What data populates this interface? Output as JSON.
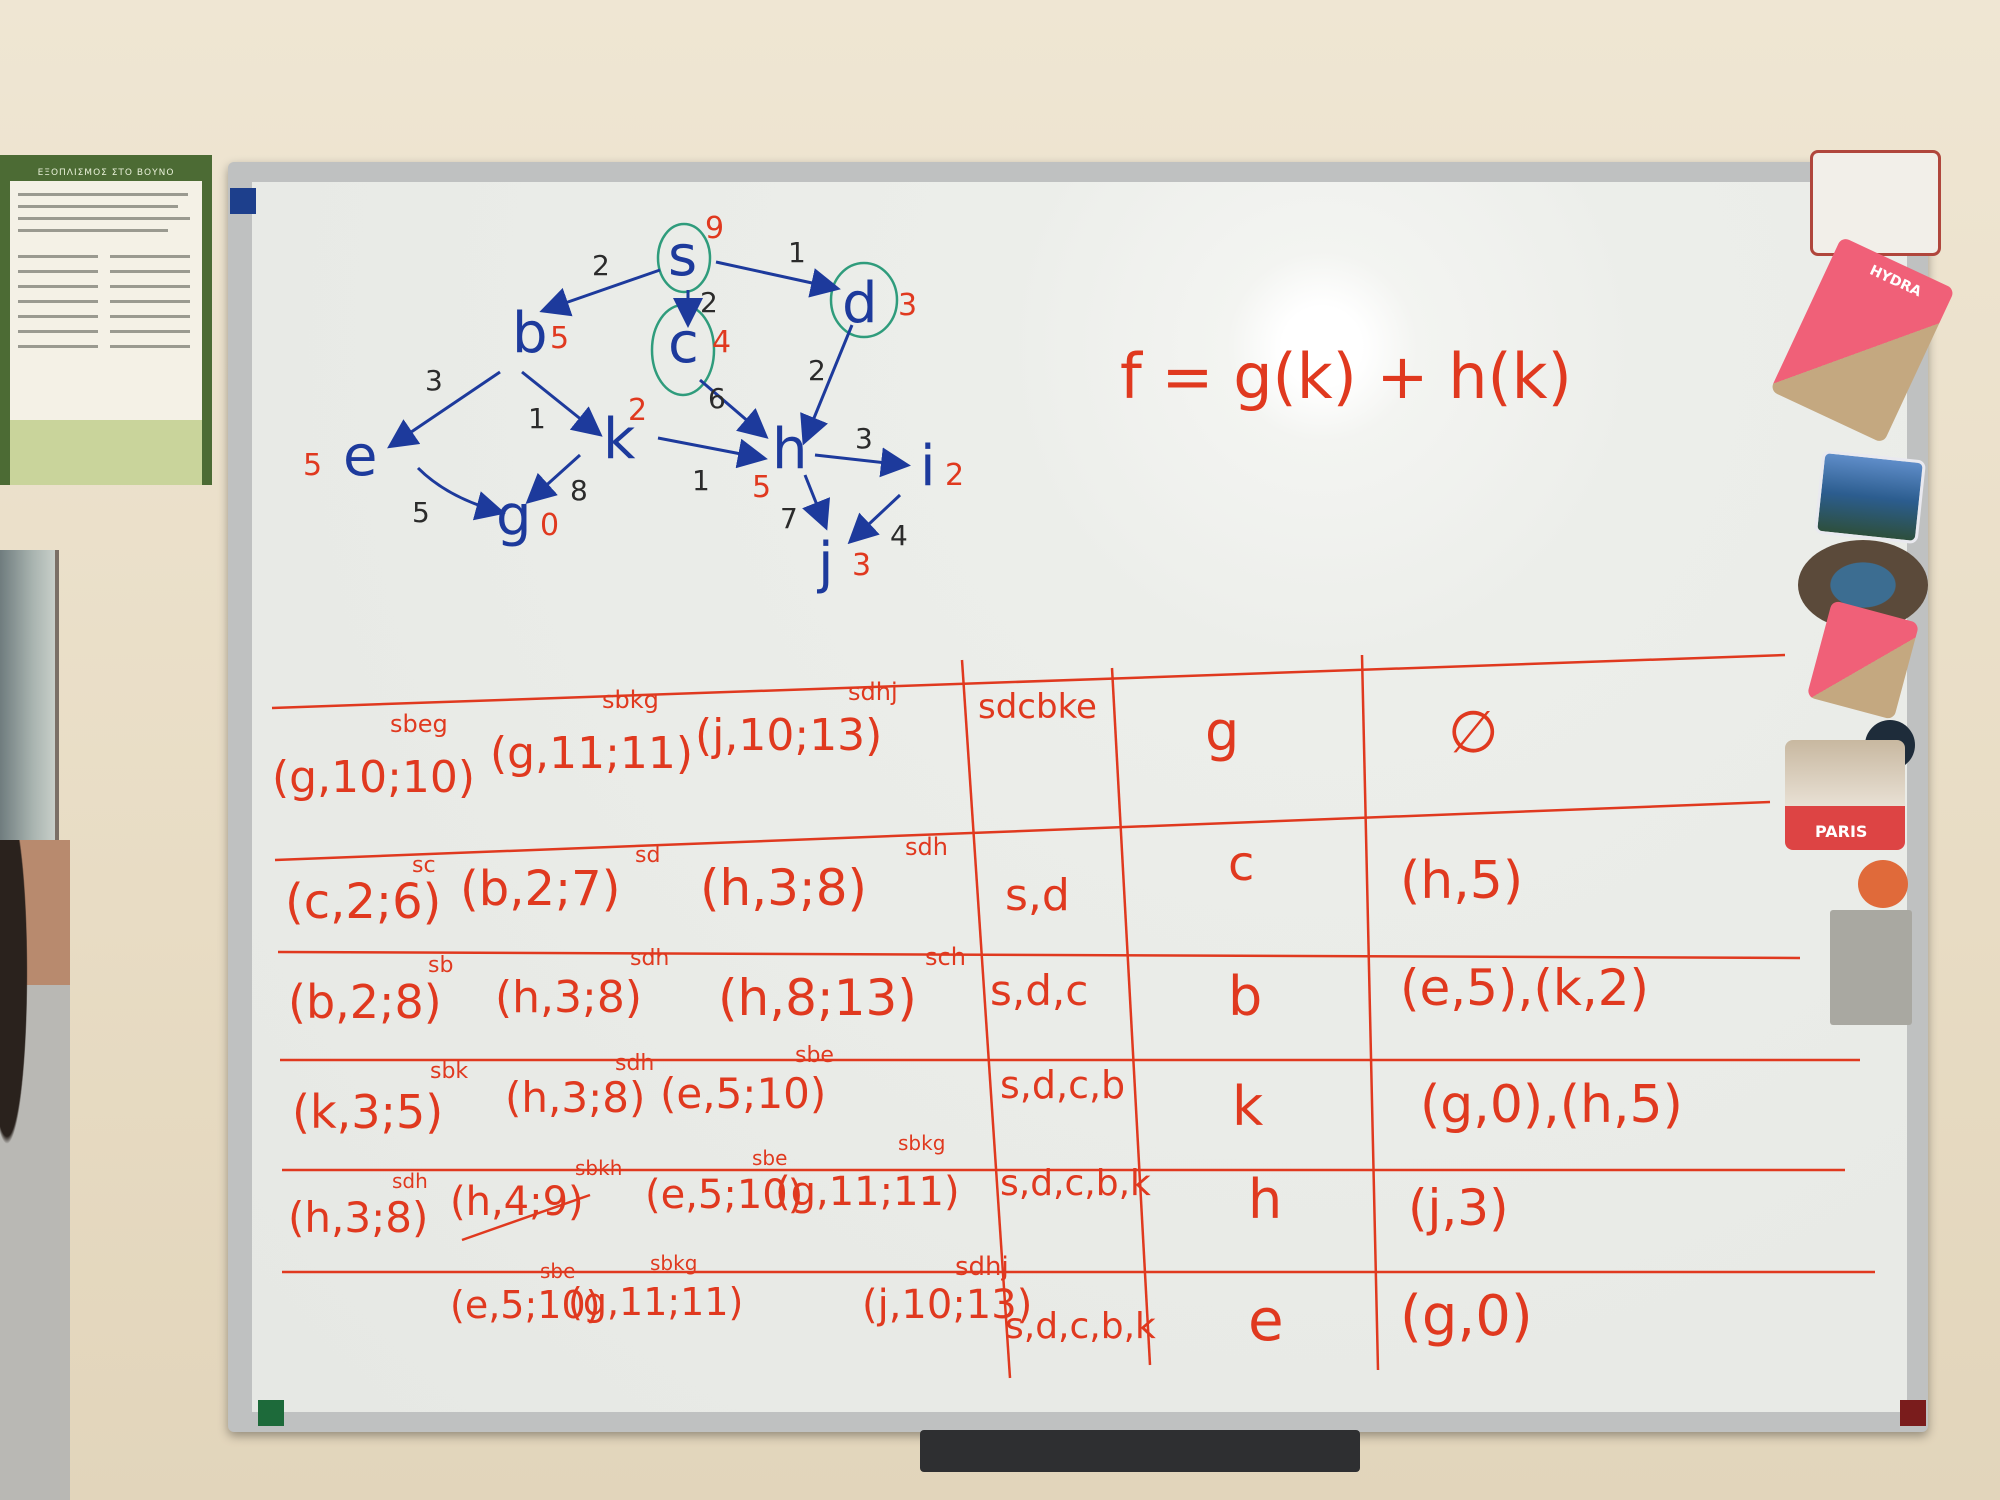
{
  "poster": {
    "title": "ΕΞΟΠΛΙΣΜΟΣ ΣΤΟ ΒΟΥΝΟ"
  },
  "graph": {
    "nodes": [
      {
        "label": "s",
        "h": "9"
      },
      {
        "label": "b",
        "h": "5"
      },
      {
        "label": "c",
        "h": "4"
      },
      {
        "label": "d",
        "h": "3"
      },
      {
        "label": "e",
        "h": "5"
      },
      {
        "label": "k",
        "h": "2"
      },
      {
        "label": "h",
        "h": "5"
      },
      {
        "label": "i",
        "h": "2"
      },
      {
        "label": "g",
        "h": "0"
      },
      {
        "label": "j",
        "h": "3"
      }
    ],
    "edges": [
      {
        "from": "s",
        "to": "b",
        "w": "2"
      },
      {
        "from": "s",
        "to": "c",
        "w": "2"
      },
      {
        "from": "s",
        "to": "d",
        "w": "1"
      },
      {
        "from": "b",
        "to": "e",
        "w": "3"
      },
      {
        "from": "b",
        "to": "k",
        "w": "1"
      },
      {
        "from": "c",
        "to": "h",
        "w": "6"
      },
      {
        "from": "d",
        "to": "h",
        "w": "2"
      },
      {
        "from": "e",
        "to": "g",
        "w": "5"
      },
      {
        "from": "k",
        "to": "g",
        "w": "8"
      },
      {
        "from": "k",
        "to": "h",
        "w": "1"
      },
      {
        "from": "h",
        "to": "i",
        "w": "3"
      },
      {
        "from": "h",
        "to": "j",
        "w": "7"
      },
      {
        "from": "i",
        "to": "j",
        "w": "4"
      }
    ]
  },
  "formula": "f = g(k) + h(k)",
  "table": {
    "rows": [
      {
        "open": [
          {
            "text": "(g,10;10)",
            "sup": "sbeg"
          },
          {
            "text": "(g,11;11)",
            "sup": "sbkg"
          },
          {
            "text": "(j,10;13)",
            "sup": "sdhj"
          }
        ],
        "closed": "sdcbke",
        "node": "g",
        "children": "∅"
      },
      {
        "open": [
          {
            "text": "(c,2;6)",
            "sup": "sc"
          },
          {
            "text": "(b,2;7)",
            "sup": "sd"
          },
          {
            "text": "(h,3;8)",
            "sup": "sdh"
          }
        ],
        "closed": "s,d",
        "node": "c",
        "children": "(h,5)"
      },
      {
        "open": [
          {
            "text": "(b,2;8)",
            "sup": "sb"
          },
          {
            "text": "(h,3;8)",
            "sup": "sdh"
          },
          {
            "text": "(h,8;13)",
            "sup": "sch"
          }
        ],
        "closed": "s,d,c",
        "node": "b",
        "children": "(e,5),(k,2)"
      },
      {
        "open": [
          {
            "text": "(k,3;5)",
            "sup": "sbk"
          },
          {
            "text": "(h,3;8)",
            "sup": "sdh"
          },
          {
            "text": "(e,5;10)",
            "sup": "sbe"
          }
        ],
        "closed": "s,d,c,b",
        "node": "k",
        "children": "(g,0),(h,5)"
      },
      {
        "open": [
          {
            "text": "(h,3;8)",
            "sup": "sdh"
          },
          {
            "text": "(h,4;9)",
            "sup": "sbkh"
          },
          {
            "text": "(e,5;10)",
            "sup": "sbe"
          },
          {
            "text": "(g,11;11)",
            "sup": "sbkg"
          }
        ],
        "closed": "s,d,c,b,k",
        "node": "h",
        "children": "(j,3)"
      },
      {
        "open": [
          {
            "text": "(e,5;10)",
            "sup": "sbe"
          },
          {
            "text": "(g,11;11)",
            "sup": "sbkg"
          },
          {
            "text": "(j,10;13)",
            "sup": "sdhj"
          }
        ],
        "closed": "s,d,c,b,k",
        "node": "e",
        "children": "(g,0)"
      }
    ]
  },
  "magnets": [
    {
      "name": "house-magnet"
    },
    {
      "name": "hydra-magnet",
      "text": "HYDRA"
    },
    {
      "name": "seaside-magnet"
    },
    {
      "name": "turtle-magnet"
    },
    {
      "name": "paris-magnet",
      "text": "PARIS"
    },
    {
      "name": "round-magnet"
    },
    {
      "name": "owl-magnet"
    }
  ],
  "colors": {
    "marker_blue": "#1d3a9c",
    "marker_red": "#e0391f",
    "circle_green": "#2f9c7c"
  }
}
